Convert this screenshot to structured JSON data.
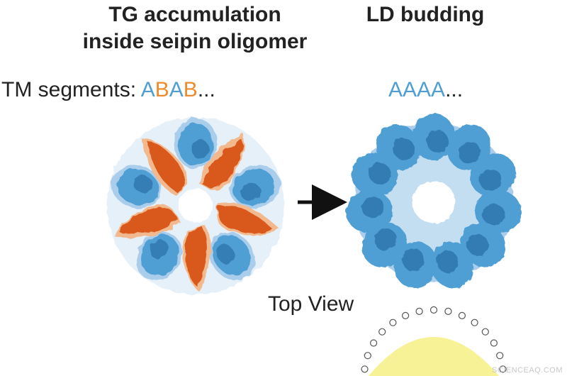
{
  "titles": {
    "left_line1": "TG accumulation",
    "left_line2": "inside seipin oligomer",
    "right": "LD budding"
  },
  "segments": {
    "left_label": "TM segments:",
    "left_letters": [
      "A",
      "B",
      "A",
      "B"
    ],
    "left_ellipsis": "...",
    "right_letters": [
      "A",
      "A",
      "A",
      "A"
    ],
    "right_ellipsis": "..."
  },
  "view_label": "Top View",
  "watermark": "SCIENCEAQ.COM",
  "colors": {
    "subunit_a": "#4f9fd4",
    "subunit_a_dark": "#2a6fa8",
    "subunit_a_light": "#a9cdea",
    "subunit_b": "#d9581e",
    "subunit_b_light": "#f2b98e",
    "arrow": "#111111",
    "lipid_droplet": "#f4ef7a"
  }
}
